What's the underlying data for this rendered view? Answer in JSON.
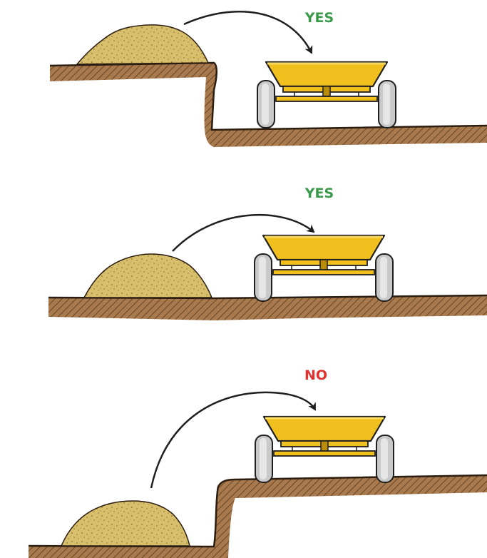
{
  "colors": {
    "yes": "#3a9a4a",
    "no": "#e0312f",
    "soil": "#a87a4e",
    "soil_stroke": "#2b1d10",
    "hatch": "#6e4a28",
    "pile": "#d8bf6c",
    "pile_speck": "#8a6f30",
    "spreader_body": "#f2c01e",
    "spreader_dark": "#b98c0a",
    "wheel": "#c9c9c9",
    "wheel_dark": "#8e8e8e",
    "outline": "#1f1f1f",
    "arrow": "#1f1f1f"
  },
  "scenarios": [
    {
      "verdict": "YES",
      "status": "yes",
      "icons": [
        "material-pile",
        "arrow",
        "spreader",
        "ground"
      ]
    },
    {
      "verdict": "YES",
      "status": "yes",
      "icons": [
        "material-pile",
        "arrow",
        "spreader",
        "ground"
      ]
    },
    {
      "verdict": "NO",
      "status": "no",
      "icons": [
        "material-pile",
        "arrow",
        "spreader",
        "ground"
      ]
    }
  ]
}
